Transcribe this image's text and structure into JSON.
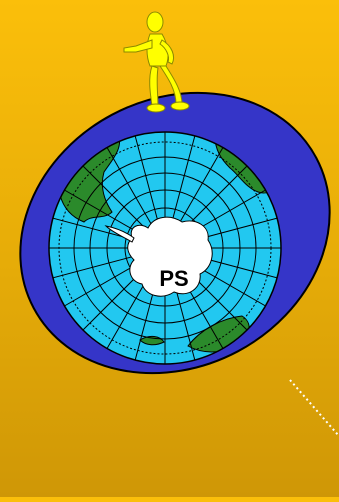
{
  "diagram": {
    "pole_label": "PS",
    "colors": {
      "background": "#f2b508",
      "disk": "#3535c8",
      "ocean": "#22c8f0",
      "land": "#2b8a2b",
      "antarctica": "#ffffff",
      "figure": "#ffff00",
      "outline": "#000000"
    },
    "figure_icon_name": "standing-person-pointing",
    "pointer_line_style": "dotted"
  }
}
